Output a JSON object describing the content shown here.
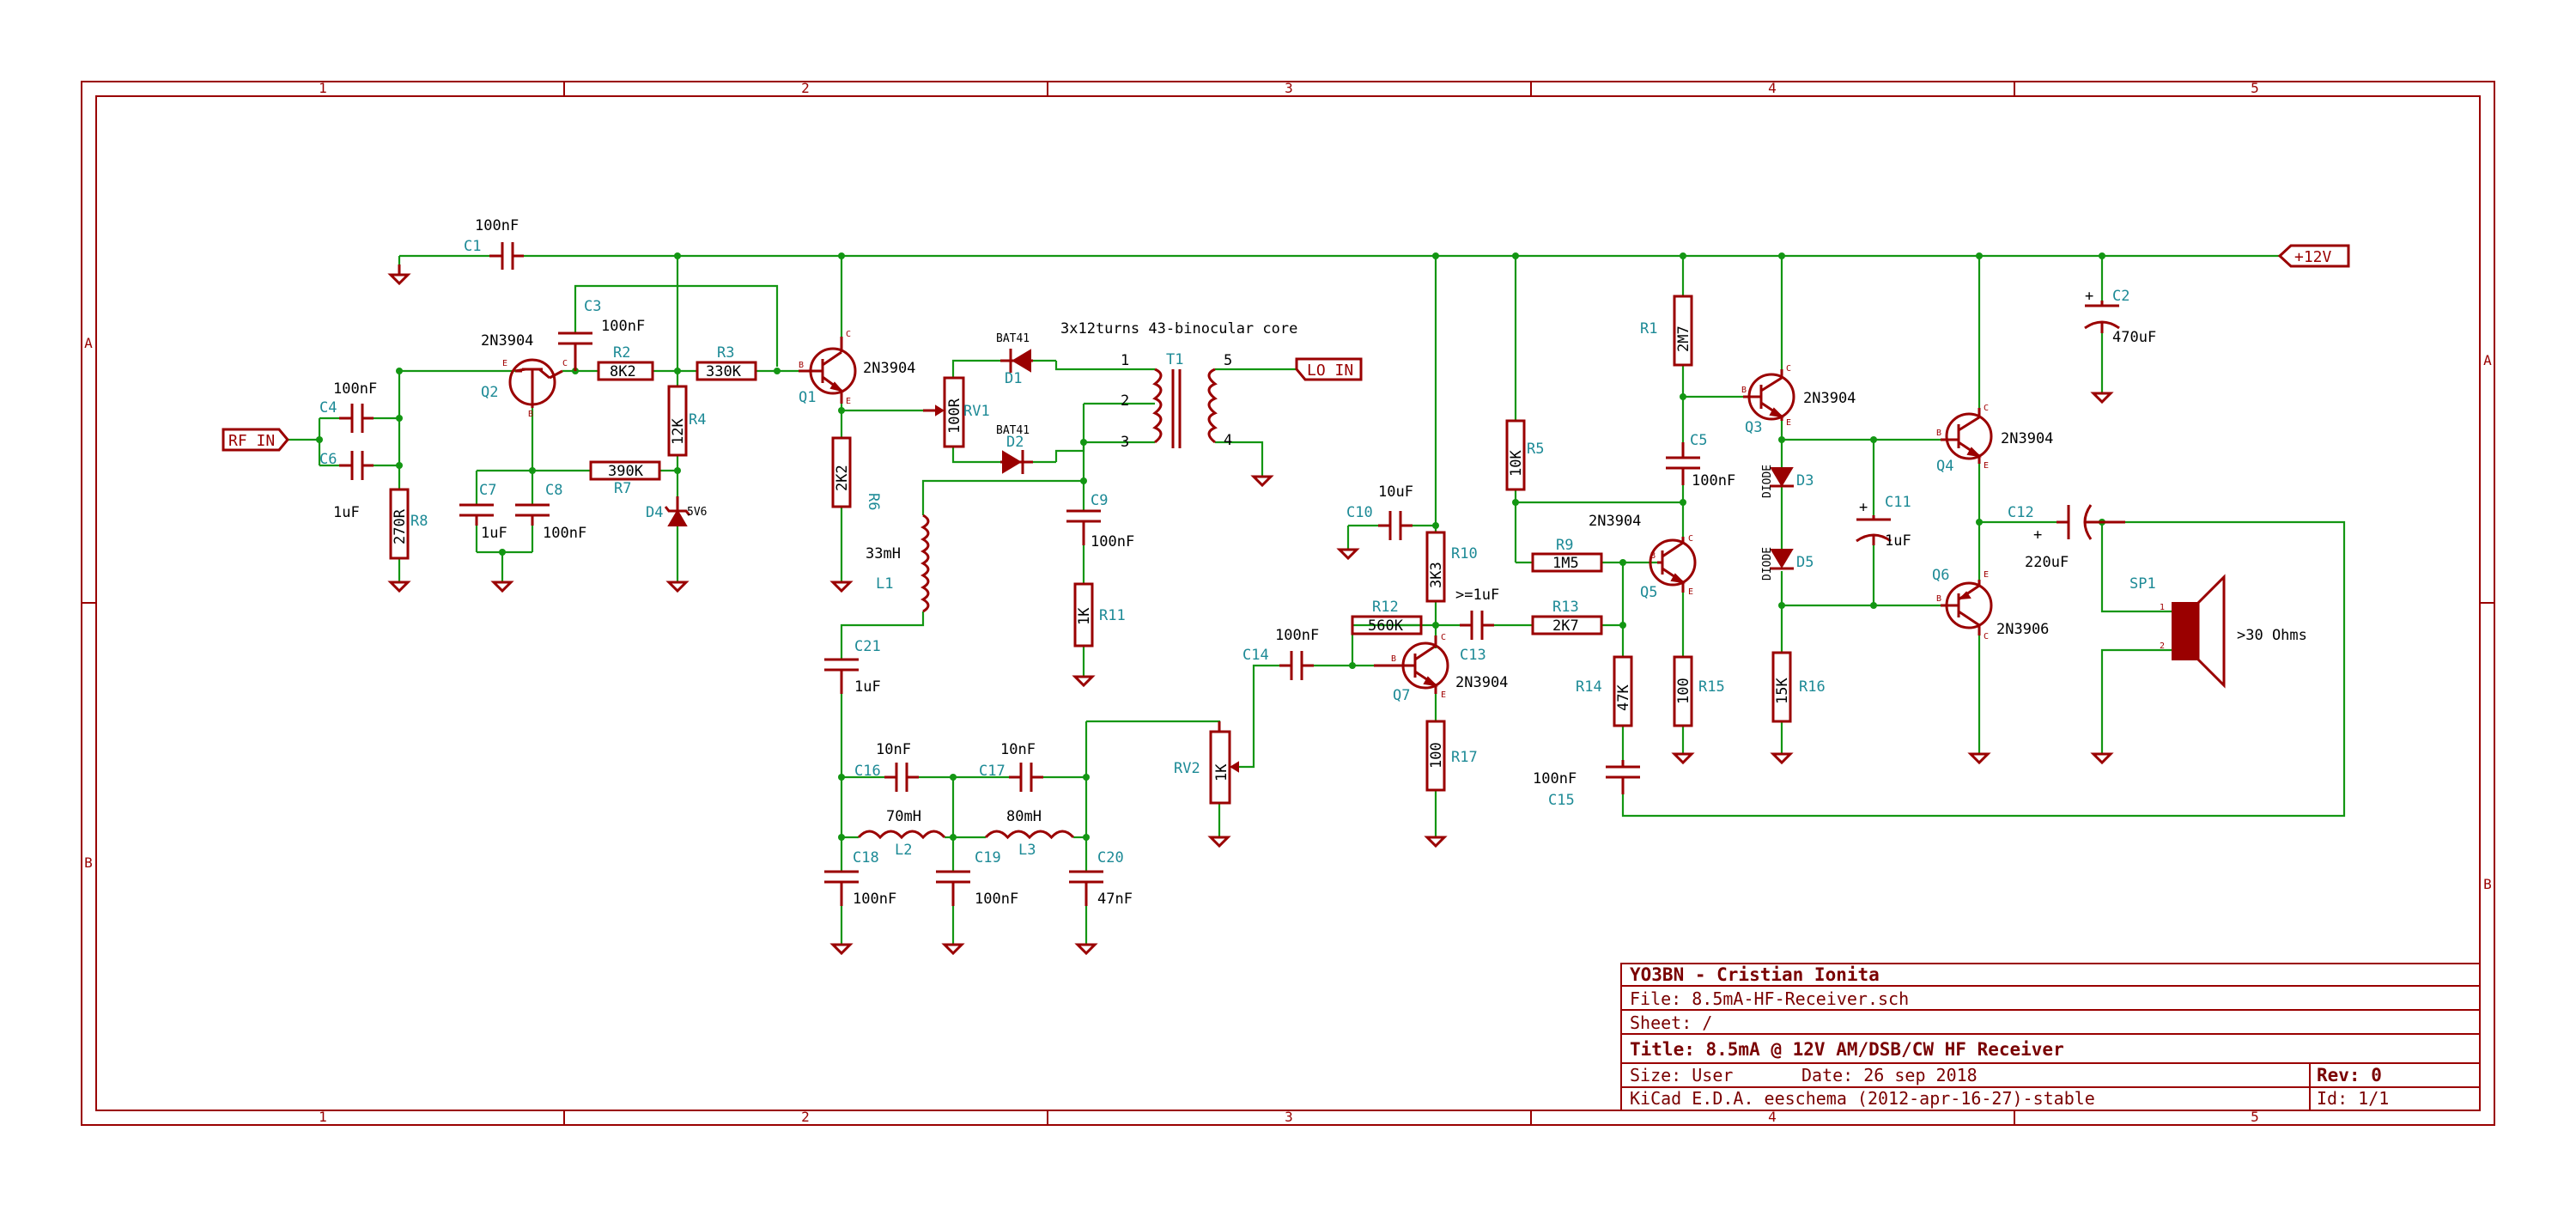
{
  "frame": {
    "columns": [
      "1",
      "2",
      "3",
      "4",
      "5"
    ],
    "rows": [
      "A",
      "B"
    ]
  },
  "title_block": {
    "author": "YO3BN - Cristian Ionita",
    "file": "File: 8.5mA-HF-Receiver.sch",
    "sheet": "Sheet: /",
    "title": "Title: 8.5mA @ 12V AM/DSB/CW HF Receiver",
    "size": "Size: User",
    "date": "Date: 26 sep 2018",
    "rev": "Rev: 0",
    "tool": "KiCad E.D.A.  eeschema (2012-apr-16-27)-stable",
    "id": "Id: 1/1"
  },
  "labels": {
    "rf_in": "RF IN",
    "lo_in": "LO IN",
    "plus12v": "+12V",
    "transformer_note": "3x12turns 43-binocular core",
    "speaker_note": ">30 Ohms"
  },
  "components": {
    "C1": {
      "ref": "C1",
      "value": "100nF"
    },
    "C2": {
      "ref": "C2",
      "value": "470uF"
    },
    "C3": {
      "ref": "C3",
      "value": "100nF"
    },
    "C4": {
      "ref": "C4",
      "value": "100nF"
    },
    "C5": {
      "ref": "C5",
      "value": "100nF"
    },
    "C6": {
      "ref": "C6",
      "value": "1uF"
    },
    "C7": {
      "ref": "C7",
      "value": "1uF"
    },
    "C8": {
      "ref": "C8",
      "value": "100nF"
    },
    "C9": {
      "ref": "C9",
      "value": "100nF"
    },
    "C10": {
      "ref": "C10",
      "value": "10uF"
    },
    "C11": {
      "ref": "C11",
      "value": "1uF"
    },
    "C12": {
      "ref": "C12",
      "value": "220uF"
    },
    "C13": {
      "ref": "C13",
      "value": ">=1uF"
    },
    "C14": {
      "ref": "C14",
      "value": "100nF"
    },
    "C15": {
      "ref": "C15",
      "value": "100nF"
    },
    "C16": {
      "ref": "C16",
      "value": "10nF"
    },
    "C17": {
      "ref": "C17",
      "value": "10nF"
    },
    "C18": {
      "ref": "C18",
      "value": "100nF"
    },
    "C19": {
      "ref": "C19",
      "value": "100nF"
    },
    "C20": {
      "ref": "C20",
      "value": "47nF"
    },
    "C21": {
      "ref": "C21",
      "value": "1uF"
    },
    "R1": {
      "ref": "R1",
      "value": "2M7"
    },
    "R2": {
      "ref": "R2",
      "value": "8K2"
    },
    "R3": {
      "ref": "R3",
      "value": "330K"
    },
    "R4": {
      "ref": "R4",
      "value": "12K"
    },
    "R5": {
      "ref": "R5",
      "value": "10K"
    },
    "R6": {
      "ref": "R6",
      "value": "2K2"
    },
    "R7": {
      "ref": "R7",
      "value": "390K"
    },
    "R8": {
      "ref": "R8",
      "value": "270R"
    },
    "R9": {
      "ref": "R9",
      "value": "1M5"
    },
    "R10": {
      "ref": "R10",
      "value": "3K3"
    },
    "R11": {
      "ref": "R11",
      "value": "1K"
    },
    "R12": {
      "ref": "R12",
      "value": "560K"
    },
    "R13": {
      "ref": "R13",
      "value": "2K7"
    },
    "R14": {
      "ref": "R14",
      "value": "47K"
    },
    "R15": {
      "ref": "R15",
      "value": "100"
    },
    "R16": {
      "ref": "R16",
      "value": "15K"
    },
    "R17": {
      "ref": "R17",
      "value": "100"
    },
    "RV1": {
      "ref": "RV1",
      "value": "100R"
    },
    "RV2": {
      "ref": "RV2",
      "value": "1K"
    },
    "L1": {
      "ref": "L1",
      "value": "33mH"
    },
    "L2": {
      "ref": "L2",
      "value": "70mH"
    },
    "L3": {
      "ref": "L3",
      "value": "80mH"
    },
    "D1": {
      "ref": "D1",
      "value": "BAT41"
    },
    "D2": {
      "ref": "D2",
      "value": "BAT41"
    },
    "D3": {
      "ref": "D3",
      "value": "DIODE"
    },
    "D4": {
      "ref": "D4",
      "value": "5V6"
    },
    "D5": {
      "ref": "D5",
      "value": "DIODE"
    },
    "Q1": {
      "ref": "Q1",
      "value": "2N3904"
    },
    "Q2": {
      "ref": "Q2",
      "value": "2N3904"
    },
    "Q3": {
      "ref": "Q3",
      "value": "2N3904"
    },
    "Q4": {
      "ref": "Q4",
      "value": "2N3904"
    },
    "Q5": {
      "ref": "Q5",
      "value": "2N3904"
    },
    "Q6": {
      "ref": "Q6",
      "value": "2N3906"
    },
    "Q7": {
      "ref": "Q7",
      "value": "2N3904"
    },
    "T1": {
      "ref": "T1"
    },
    "SP1": {
      "ref": "SP1"
    }
  }
}
